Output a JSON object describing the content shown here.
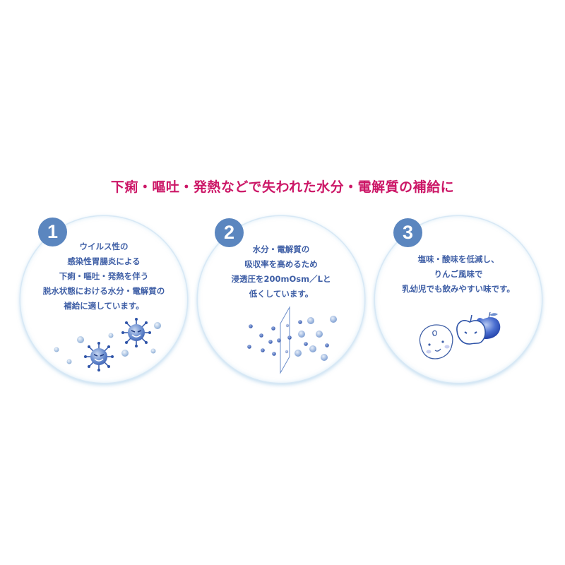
{
  "headline": "下痢・嘔吐・発熱などで失われた水分・電解質の補給に",
  "colors": {
    "headline": "#cc1767",
    "badge": "#5b86bf",
    "body_text": "#3f5fa6",
    "circle_border": "#d7e8f5",
    "background": "#ffffff"
  },
  "features": [
    {
      "number": "1",
      "lines": [
        "ウイルス性の",
        "感染性胃腸炎による",
        "下痢・嘔吐・発熱を伴う",
        "脱水状態における水分・電解質の",
        "補給に適しています。"
      ],
      "illustration": "virus-icon"
    },
    {
      "number": "2",
      "lines": [
        "水分・電解質の",
        "吸収率を高めるため",
        "浸透圧を200mOsm／Lと",
        "低くしています。"
      ],
      "illustration": "osmotic-membrane-icon"
    },
    {
      "number": "3",
      "lines": [
        "塩味・酸味を低減し、",
        "りんご風味で",
        "乳幼児でも飲みやすい味です。"
      ],
      "illustration": "baby-and-apple-icon"
    }
  ]
}
